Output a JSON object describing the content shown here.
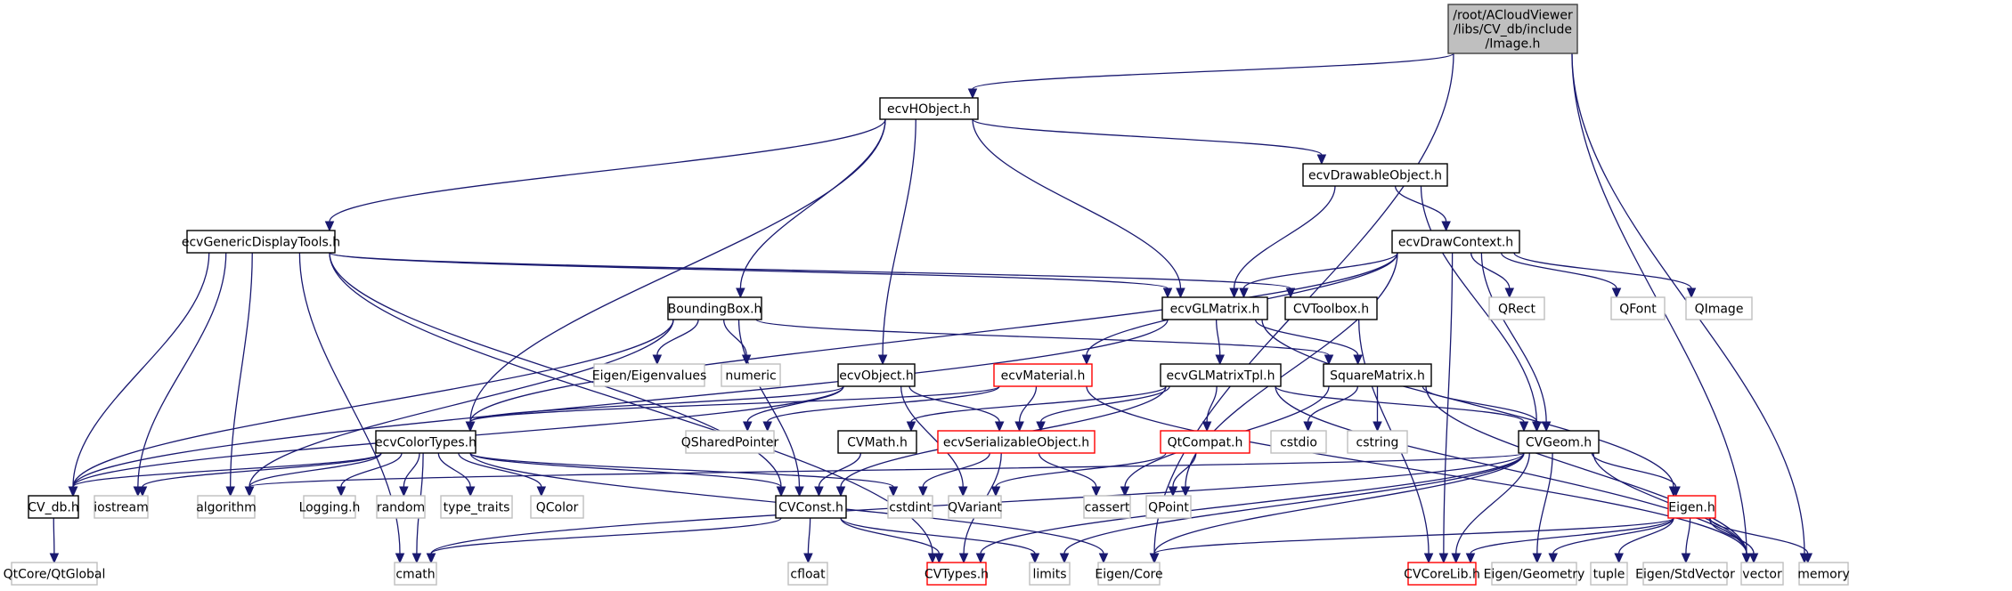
{
  "title": "Include dependency graph for Image.h",
  "colors": {
    "edge": "#191970",
    "root_fill": "#bfbfbf",
    "root_stroke": "#404040",
    "documented_stroke": "#000000",
    "undocumented_stroke": "#ff0000",
    "external_stroke": "#bfbfbf",
    "node_fill": "#ffffff"
  },
  "nodes": [
    {
      "id": "root",
      "label": [
        "/root/ACloudViewer",
        "/libs/CV_db/include",
        "/Image.h"
      ],
      "kind": "root"
    },
    {
      "id": "ecvHObject",
      "label": [
        "ecvHObject.h"
      ],
      "kind": "documented"
    },
    {
      "id": "ecvDrawableObject",
      "label": [
        "ecvDrawableObject.h"
      ],
      "kind": "documented"
    },
    {
      "id": "ecvGenericDisplayTools",
      "label": [
        "ecvGenericDisplayTools.h"
      ],
      "kind": "documented"
    },
    {
      "id": "ecvDrawContext",
      "label": [
        "ecvDrawContext.h"
      ],
      "kind": "documented"
    },
    {
      "id": "BoundingBox",
      "label": [
        "BoundingBox.h"
      ],
      "kind": "documented"
    },
    {
      "id": "ecvGLMatrix",
      "label": [
        "ecvGLMatrix.h"
      ],
      "kind": "documented"
    },
    {
      "id": "CVToolbox",
      "label": [
        "CVToolbox.h"
      ],
      "kind": "documented"
    },
    {
      "id": "QRect",
      "label": [
        "QRect"
      ],
      "kind": "external"
    },
    {
      "id": "QFont",
      "label": [
        "QFont"
      ],
      "kind": "external"
    },
    {
      "id": "QImage",
      "label": [
        "QImage"
      ],
      "kind": "external"
    },
    {
      "id": "EigenEigenvalues",
      "label": [
        "Eigen/Eigenvalues"
      ],
      "kind": "external"
    },
    {
      "id": "numeric",
      "label": [
        "numeric"
      ],
      "kind": "external"
    },
    {
      "id": "ecvObject",
      "label": [
        "ecvObject.h"
      ],
      "kind": "documented"
    },
    {
      "id": "ecvMaterial",
      "label": [
        "ecvMaterial.h"
      ],
      "kind": "undocumented"
    },
    {
      "id": "ecvGLMatrixTpl",
      "label": [
        "ecvGLMatrixTpl.h"
      ],
      "kind": "documented"
    },
    {
      "id": "SquareMatrix",
      "label": [
        "SquareMatrix.h"
      ],
      "kind": "documented"
    },
    {
      "id": "ecvColorTypes",
      "label": [
        "ecvColorTypes.h"
      ],
      "kind": "documented"
    },
    {
      "id": "QSharedPointer",
      "label": [
        "QSharedPointer"
      ],
      "kind": "external"
    },
    {
      "id": "CVMath",
      "label": [
        "CVMath.h"
      ],
      "kind": "documented"
    },
    {
      "id": "ecvSerializableObject",
      "label": [
        "ecvSerializableObject.h"
      ],
      "kind": "undocumented"
    },
    {
      "id": "QtCompat",
      "label": [
        "QtCompat.h"
      ],
      "kind": "undocumented"
    },
    {
      "id": "cstdio",
      "label": [
        "cstdio"
      ],
      "kind": "external"
    },
    {
      "id": "cstring",
      "label": [
        "cstring"
      ],
      "kind": "external"
    },
    {
      "id": "CVGeom",
      "label": [
        "CVGeom.h"
      ],
      "kind": "documented"
    },
    {
      "id": "CV_db",
      "label": [
        "CV_db.h"
      ],
      "kind": "documented"
    },
    {
      "id": "iostream",
      "label": [
        "iostream"
      ],
      "kind": "external"
    },
    {
      "id": "algorithm",
      "label": [
        "algorithm"
      ],
      "kind": "external"
    },
    {
      "id": "Logging",
      "label": [
        "Logging.h"
      ],
      "kind": "external"
    },
    {
      "id": "random",
      "label": [
        "random"
      ],
      "kind": "external"
    },
    {
      "id": "type_traits",
      "label": [
        "type_traits"
      ],
      "kind": "external"
    },
    {
      "id": "QColor",
      "label": [
        "QColor"
      ],
      "kind": "external"
    },
    {
      "id": "CVConst",
      "label": [
        "CVConst.h"
      ],
      "kind": "documented"
    },
    {
      "id": "cstdint",
      "label": [
        "cstdint"
      ],
      "kind": "external"
    },
    {
      "id": "QVariant",
      "label": [
        "QVariant"
      ],
      "kind": "external"
    },
    {
      "id": "cassert",
      "label": [
        "cassert"
      ],
      "kind": "external"
    },
    {
      "id": "QPoint",
      "label": [
        "QPoint"
      ],
      "kind": "external"
    },
    {
      "id": "EigenH",
      "label": [
        "Eigen.h"
      ],
      "kind": "undocumented"
    },
    {
      "id": "QtCoreQtGlobal",
      "label": [
        "QtCore/QtGlobal"
      ],
      "kind": "external"
    },
    {
      "id": "cmath",
      "label": [
        "cmath"
      ],
      "kind": "external"
    },
    {
      "id": "cfloat",
      "label": [
        "cfloat"
      ],
      "kind": "external"
    },
    {
      "id": "CVTypes",
      "label": [
        "CVTypes.h"
      ],
      "kind": "undocumented"
    },
    {
      "id": "limits",
      "label": [
        "limits"
      ],
      "kind": "external"
    },
    {
      "id": "EigenCore",
      "label": [
        "Eigen/Core"
      ],
      "kind": "external"
    },
    {
      "id": "CVCoreLib",
      "label": [
        "CVCoreLib.h"
      ],
      "kind": "undocumented"
    },
    {
      "id": "EigenGeometry",
      "label": [
        "Eigen/Geometry"
      ],
      "kind": "external"
    },
    {
      "id": "tuple",
      "label": [
        "tuple"
      ],
      "kind": "external"
    },
    {
      "id": "EigenStdVector",
      "label": [
        "Eigen/StdVector"
      ],
      "kind": "external"
    },
    {
      "id": "vector",
      "label": [
        "vector"
      ],
      "kind": "external"
    },
    {
      "id": "memory",
      "label": [
        "memory"
      ],
      "kind": "external"
    }
  ],
  "edges": [
    [
      "root",
      "ecvHObject"
    ],
    [
      "root",
      "EigenCore"
    ],
    [
      "root",
      "vector"
    ],
    [
      "root",
      "memory"
    ],
    [
      "ecvHObject",
      "ecvGenericDisplayTools"
    ],
    [
      "ecvHObject",
      "ecvColorTypes"
    ],
    [
      "ecvHObject",
      "BoundingBox"
    ],
    [
      "ecvHObject",
      "ecvObject"
    ],
    [
      "ecvHObject",
      "ecvGLMatrix"
    ],
    [
      "ecvHObject",
      "ecvDrawableObject"
    ],
    [
      "ecvDrawableObject",
      "ecvDrawContext"
    ],
    [
      "ecvDrawableObject",
      "ecvGLMatrix"
    ],
    [
      "ecvDrawableObject",
      "CVGeom"
    ],
    [
      "ecvGenericDisplayTools",
      "ecvGLMatrix"
    ],
    [
      "ecvGenericDisplayTools",
      "CVToolbox"
    ],
    [
      "ecvGenericDisplayTools",
      "CV_db"
    ],
    [
      "ecvGenericDisplayTools",
      "iostream"
    ],
    [
      "ecvGenericDisplayTools",
      "algorithm"
    ],
    [
      "ecvGenericDisplayTools",
      "CVConst"
    ],
    [
      "ecvGenericDisplayTools",
      "cmath"
    ],
    [
      "ecvDrawContext",
      "ecvGLMatrix"
    ],
    [
      "ecvDrawContext",
      "ecvColorTypes"
    ],
    [
      "ecvDrawContext",
      "ecvMaterial"
    ],
    [
      "ecvDrawContext",
      "QRect"
    ],
    [
      "ecvDrawContext",
      "QFont"
    ],
    [
      "ecvDrawContext",
      "QImage"
    ],
    [
      "ecvDrawContext",
      "CVGeom"
    ],
    [
      "ecvDrawContext",
      "QPoint"
    ],
    [
      "ecvDrawContext",
      "CVCoreLib"
    ],
    [
      "BoundingBox",
      "EigenEigenvalues"
    ],
    [
      "BoundingBox",
      "numeric"
    ],
    [
      "BoundingBox",
      "SquareMatrix"
    ],
    [
      "BoundingBox",
      "CV_db"
    ],
    [
      "BoundingBox",
      "algorithm"
    ],
    [
      "BoundingBox",
      "CVConst"
    ],
    [
      "ecvGLMatrix",
      "ecvGLMatrixTpl"
    ],
    [
      "ecvGLMatrix",
      "SquareMatrix"
    ],
    [
      "ecvGLMatrix",
      "CV_db"
    ],
    [
      "ecvGLMatrix",
      "EigenH"
    ],
    [
      "CVToolbox",
      "CVCoreLib"
    ],
    [
      "ecvObject",
      "ecvColorTypes"
    ],
    [
      "ecvObject",
      "QSharedPointer"
    ],
    [
      "ecvObject",
      "ecvSerializableObject"
    ],
    [
      "ecvObject",
      "CV_db"
    ],
    [
      "ecvObject",
      "QVariant"
    ],
    [
      "ecvMaterial",
      "ecvColorTypes"
    ],
    [
      "ecvMaterial",
      "ecvSerializableObject"
    ],
    [
      "ecvMaterial",
      "QSharedPointer"
    ],
    [
      "ecvMaterial",
      "vector"
    ],
    [
      "ecvGLMatrixTpl",
      "CVMath"
    ],
    [
      "ecvGLMatrixTpl",
      "ecvSerializableObject"
    ],
    [
      "ecvGLMatrixTpl",
      "QtCompat"
    ],
    [
      "ecvGLMatrixTpl",
      "CVGeom"
    ],
    [
      "ecvGLMatrixTpl",
      "CVConst"
    ],
    [
      "ecvGLMatrixTpl",
      "vector"
    ],
    [
      "SquareMatrix",
      "cstdio"
    ],
    [
      "SquareMatrix",
      "cstring"
    ],
    [
      "SquareMatrix",
      "CVGeom"
    ],
    [
      "SquareMatrix",
      "cassert"
    ],
    [
      "SquareMatrix",
      "vector"
    ],
    [
      "ecvColorTypes",
      "CV_db"
    ],
    [
      "ecvColorTypes",
      "iostream"
    ],
    [
      "ecvColorTypes",
      "algorithm"
    ],
    [
      "ecvColorTypes",
      "Logging"
    ],
    [
      "ecvColorTypes",
      "random"
    ],
    [
      "ecvColorTypes",
      "type_traits"
    ],
    [
      "ecvColorTypes",
      "QColor"
    ],
    [
      "ecvColorTypes",
      "CVConst"
    ],
    [
      "ecvColorTypes",
      "cmath"
    ],
    [
      "ecvColorTypes",
      "cstdint"
    ],
    [
      "ecvColorTypes",
      "EigenCore"
    ],
    [
      "CVMath",
      "CVConst"
    ],
    [
      "ecvSerializableObject",
      "cstdint"
    ],
    [
      "ecvSerializableObject",
      "cassert"
    ],
    [
      "ecvSerializableObject",
      "CVTypes"
    ],
    [
      "QtCompat",
      "QVariant"
    ],
    [
      "QtCompat",
      "QPoint"
    ],
    [
      "CVGeom",
      "algorithm"
    ],
    [
      "CVGeom",
      "EigenH"
    ],
    [
      "CVGeom",
      "CVTypes"
    ],
    [
      "CVGeom",
      "cmath"
    ],
    [
      "CVGeom",
      "limits"
    ],
    [
      "CVGeom",
      "EigenCore"
    ],
    [
      "CVGeom",
      "CVCoreLib"
    ],
    [
      "CVGeom",
      "EigenGeometry"
    ],
    [
      "CVGeom",
      "vector"
    ],
    [
      "CV_db",
      "QtCoreQtGlobal"
    ],
    [
      "CVConst",
      "cmath"
    ],
    [
      "CVConst",
      "cfloat"
    ],
    [
      "CVConst",
      "CVTypes"
    ],
    [
      "CVConst",
      "limits"
    ],
    [
      "EigenH",
      "EigenCore"
    ],
    [
      "EigenH",
      "CVCoreLib"
    ],
    [
      "EigenH",
      "EigenGeometry"
    ],
    [
      "EigenH",
      "tuple"
    ],
    [
      "EigenH",
      "EigenStdVector"
    ],
    [
      "EigenH",
      "vector"
    ],
    [
      "EigenH",
      "memory"
    ],
    [
      "ecvGenericDisplayTools",
      "CVTypes"
    ]
  ]
}
